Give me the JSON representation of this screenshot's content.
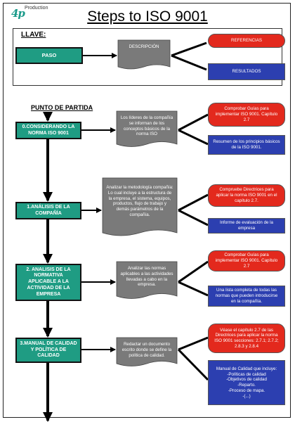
{
  "logo": {
    "mark": "4p",
    "text": "Production"
  },
  "title": "Steps to ISO 9001",
  "legend": {
    "heading": "LLAVE:",
    "step": "PASO",
    "description": "DESCRIPCIÓN",
    "references": "REFERENCIAS",
    "results": "RESULTADOS"
  },
  "start_heading": "PUNTO DE PARTIDA",
  "steps": [
    {
      "label": "0.CONSIDERANDO LA NORMA  ISO 9001",
      "description": "Los líderes de la compañía se informan de los conceptos básicos de la norma ISO",
      "reference": "Comprobar Guías para implementar ISO 9001. Capítulo 2.7",
      "result": "Resumen de los principios básicos de la ISO 9001."
    },
    {
      "label": "1.ANÁLISIS DE LA COMPAÑÍA",
      "description": "Analizar la metodología compañía: Lo cual incluye a la estructura de la empresa, el sistema, equipos, productos, flujo de trabajo y demás parámetros de la compañía.",
      "reference": "Compruebe Directrices para aplicar la norma ISO 9001 en el capítulo 2.7.",
      "result": "Informe de evaluación de la empresa"
    },
    {
      "label": "2. ANALISIS DE LA NORMATIVA APLICABLE A LA ACTIVIDAD DE LA EMPRESA",
      "description": "Analizar las normas aplicables a las actividades llevadas a cabo en la empresa.",
      "reference": "Comprobar Guías para implementar ISO 9001. Capítulo 2.7",
      "result": "Una lista completa de todas las normas que pueden introducirse en la compañía."
    },
    {
      "label": "3.MANUAL DE CALIDAD Y POLÍTICA DE CALIDAD",
      "description": "Redactar un documento escrito donde se define la política de calidad.",
      "reference": "Véase el capítulo 2.7 de las Directrices para aplicar la norma ISO 9001 secciones: 2.7.1; 2.7.2; 2.8.3 y 2.8.4",
      "result_lines": [
        "Manual de Calidad que incluye:",
        "-Políticas de calidad",
        "-Objetivos de calidad",
        "-Reparto.",
        "-Proceso de mapa.",
        "-(...)"
      ]
    }
  ],
  "colors": {
    "step": "#1f9c83",
    "description": "#7a7a7a",
    "reference": "#e3291d",
    "result": "#2c3fb0"
  }
}
